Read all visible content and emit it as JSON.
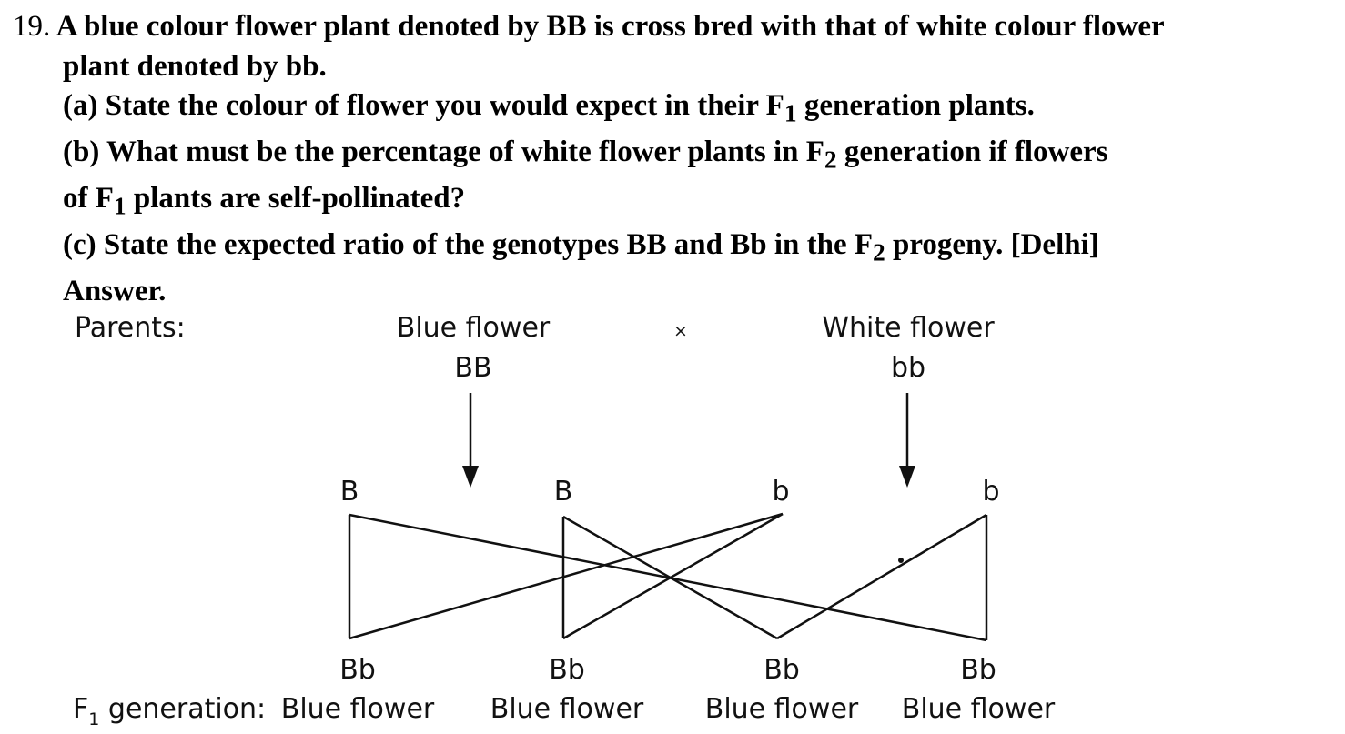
{
  "question": {
    "number": "19.",
    "line1": "A blue colour flower plant denoted by BB is cross bred with that of white colour flower",
    "line2": "plant denoted by bb.",
    "part_a_pre": "(a) State the colour of flower you would expect in their F",
    "part_a_sub": "1",
    "part_a_post": " generation plants.",
    "part_b_pre": "(b) What must be the percentage of white flower plants in F",
    "part_b_sub": "2",
    "part_b_post": " generation if flowers",
    "part_b2_pre": "of F",
    "part_b2_sub": "1",
    "part_b2_post": " plants are self-pollinated?",
    "part_c_pre": "(c) State the expected ratio of the genotypes BB and Bb in the F",
    "part_c_sub": "2",
    "part_c_post": " progeny. [Delhi]",
    "answer_label": "Answer."
  },
  "diagram": {
    "parents_label": "Parents:",
    "parent1_phenotype": "Blue flower",
    "parent1_genotype": "BB",
    "cross_symbol": "×",
    "parent2_phenotype": "White flower",
    "parent2_genotype": "bb",
    "gametes": [
      "B",
      "B",
      "b",
      "b"
    ],
    "offspring_genotypes": [
      "Bb",
      "Bb",
      "Bb",
      "Bb"
    ],
    "f1_label_main": "F",
    "f1_label_sub": "1",
    "f1_label_rest": " generation:",
    "offspring_phenotypes": [
      "Blue flower",
      "Blue flower",
      "Blue flower",
      "Blue flower"
    ]
  }
}
